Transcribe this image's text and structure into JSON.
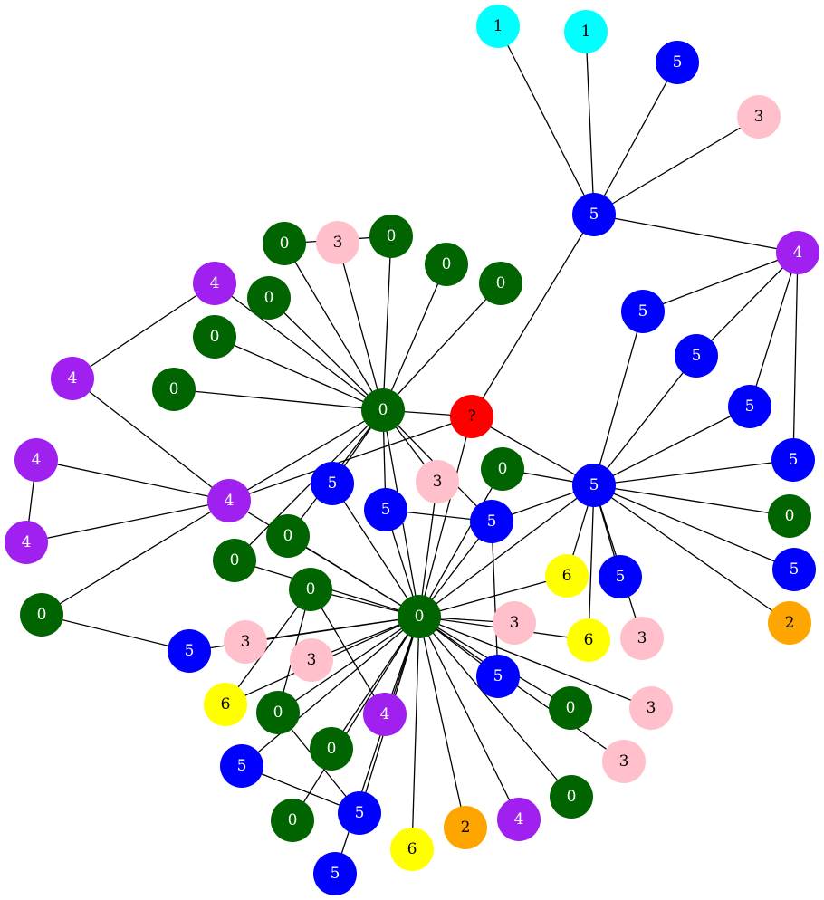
{
  "colors": {
    "0": "#006400",
    "1": "#00ffff",
    "2": "#ffa500",
    "3": "#ffc0cb",
    "4": "#a020f0",
    "5": "#0000ff",
    "6": "#ffff00",
    "?": "#ff0000"
  },
  "dark_label_classes": [
    "1",
    "2",
    "3",
    "6",
    "?"
  ],
  "nodes": [
    {
      "id": "c1a",
      "label": "1"
    },
    {
      "id": "c1b",
      "label": "1"
    },
    {
      "id": "b5top",
      "label": "5"
    },
    {
      "id": "p3top",
      "label": "3"
    },
    {
      "id": "hubT",
      "label": "5"
    },
    {
      "id": "v4r",
      "label": "4"
    },
    {
      "id": "g0a",
      "label": "0"
    },
    {
      "id": "p3a",
      "label": "3"
    },
    {
      "id": "g0b",
      "label": "0"
    },
    {
      "id": "g0c",
      "label": "0"
    },
    {
      "id": "g0d",
      "label": "0"
    },
    {
      "id": "v4a",
      "label": "4"
    },
    {
      "id": "g0e",
      "label": "0"
    },
    {
      "id": "g0f",
      "label": "0"
    },
    {
      "id": "v4b",
      "label": "4"
    },
    {
      "id": "g0g",
      "label": "0"
    },
    {
      "id": "hubA",
      "label": "0"
    },
    {
      "id": "q",
      "label": "?"
    },
    {
      "id": "b5r1",
      "label": "5"
    },
    {
      "id": "b5r2",
      "label": "5"
    },
    {
      "id": "b5r3",
      "label": "5"
    },
    {
      "id": "b5r4",
      "label": "5"
    },
    {
      "id": "hubR",
      "label": "5"
    },
    {
      "id": "v4c",
      "label": "4"
    },
    {
      "id": "v4d",
      "label": "4"
    },
    {
      "id": "hubL",
      "label": "4"
    },
    {
      "id": "b5m1",
      "label": "5"
    },
    {
      "id": "p3m",
      "label": "3"
    },
    {
      "id": "g0m",
      "label": "0"
    },
    {
      "id": "b5m2",
      "label": "5"
    },
    {
      "id": "b5m3",
      "label": "5"
    },
    {
      "id": "g0r1",
      "label": "0"
    },
    {
      "id": "b5r5",
      "label": "5"
    },
    {
      "id": "o2r",
      "label": "2"
    },
    {
      "id": "g0h",
      "label": "0"
    },
    {
      "id": "g0i",
      "label": "0"
    },
    {
      "id": "y6a",
      "label": "6"
    },
    {
      "id": "b5r6",
      "label": "5"
    },
    {
      "id": "g0j",
      "label": "0"
    },
    {
      "id": "hubB",
      "label": "0"
    },
    {
      "id": "p3b",
      "label": "3"
    },
    {
      "id": "y6b",
      "label": "6"
    },
    {
      "id": "p3c",
      "label": "3"
    },
    {
      "id": "g0k",
      "label": "0"
    },
    {
      "id": "b5l",
      "label": "5"
    },
    {
      "id": "p3d",
      "label": "3"
    },
    {
      "id": "p3e",
      "label": "3"
    },
    {
      "id": "y6c",
      "label": "6"
    },
    {
      "id": "g0l",
      "label": "0"
    },
    {
      "id": "v4e",
      "label": "4"
    },
    {
      "id": "b5b1",
      "label": "5"
    },
    {
      "id": "g0n",
      "label": "0"
    },
    {
      "id": "p3f",
      "label": "3"
    },
    {
      "id": "p3g",
      "label": "3"
    },
    {
      "id": "g0o",
      "label": "0"
    },
    {
      "id": "b5b2",
      "label": "5"
    },
    {
      "id": "b5b3",
      "label": "5"
    },
    {
      "id": "g0p",
      "label": "0"
    },
    {
      "id": "g0q",
      "label": "0"
    },
    {
      "id": "y6d",
      "label": "6"
    },
    {
      "id": "o2b",
      "label": "2"
    },
    {
      "id": "v4f",
      "label": "4"
    },
    {
      "id": "b5b4",
      "label": "5"
    }
  ],
  "edges": [
    [
      "c1a",
      "hubT"
    ],
    [
      "c1b",
      "hubT"
    ],
    [
      "b5top",
      "hubT"
    ],
    [
      "p3top",
      "hubT"
    ],
    [
      "hubT",
      "v4r"
    ],
    [
      "hubT",
      "q"
    ],
    [
      "v4r",
      "b5r1"
    ],
    [
      "v4r",
      "b5r2"
    ],
    [
      "v4r",
      "b5r3"
    ],
    [
      "v4r",
      "b5r4"
    ],
    [
      "hubR",
      "b5r1"
    ],
    [
      "hubR",
      "b5r2"
    ],
    [
      "hubR",
      "b5r3"
    ],
    [
      "hubR",
      "b5r4"
    ],
    [
      "hubR",
      "g0r1"
    ],
    [
      "hubR",
      "b5r5"
    ],
    [
      "hubR",
      "o2r"
    ],
    [
      "hubR",
      "q"
    ],
    [
      "hubR",
      "g0m"
    ],
    [
      "hubR",
      "b5m3"
    ],
    [
      "hubR",
      "y6a"
    ],
    [
      "hubR",
      "b5r6"
    ],
    [
      "hubR",
      "y6b"
    ],
    [
      "hubR",
      "p3c"
    ],
    [
      "hubR",
      "hubB"
    ],
    [
      "g0a",
      "g0b"
    ],
    [
      "hubA",
      "g0a"
    ],
    [
      "hubA",
      "p3a"
    ],
    [
      "hubA",
      "g0b"
    ],
    [
      "hubA",
      "g0c"
    ],
    [
      "hubA",
      "g0d"
    ],
    [
      "hubA",
      "v4a"
    ],
    [
      "hubA",
      "g0e"
    ],
    [
      "hubA",
      "g0f"
    ],
    [
      "hubA",
      "g0g"
    ],
    [
      "hubA",
      "q"
    ],
    [
      "hubA",
      "hubL"
    ],
    [
      "hubA",
      "b5m1"
    ],
    [
      "hubA",
      "p3m"
    ],
    [
      "hubA",
      "b5m2"
    ],
    [
      "hubA",
      "b5m3"
    ],
    [
      "hubA",
      "g0i"
    ],
    [
      "hubA",
      "hubB"
    ],
    [
      "v4a",
      "v4b"
    ],
    [
      "v4b",
      "hubL"
    ],
    [
      "v4c",
      "hubL"
    ],
    [
      "v4c",
      "v4d"
    ],
    [
      "v4d",
      "hubL"
    ],
    [
      "hubL",
      "g0j"
    ],
    [
      "hubL",
      "q"
    ],
    [
      "hubL",
      "hubB"
    ],
    [
      "hubB",
      "b5m1"
    ],
    [
      "hubB",
      "p3m"
    ],
    [
      "hubB",
      "b5m2"
    ],
    [
      "hubB",
      "b5m3"
    ],
    [
      "hubB",
      "g0m"
    ],
    [
      "hubB",
      "q"
    ],
    [
      "hubB",
      "g0h"
    ],
    [
      "hubB",
      "g0i"
    ],
    [
      "hubB",
      "g0k"
    ],
    [
      "hubB",
      "y6a"
    ],
    [
      "hubB",
      "p3b"
    ],
    [
      "hubB",
      "y6b"
    ],
    [
      "hubB",
      "b5l"
    ],
    [
      "hubB",
      "p3d"
    ],
    [
      "hubB",
      "p3e"
    ],
    [
      "hubB",
      "y6c"
    ],
    [
      "hubB",
      "g0l"
    ],
    [
      "hubB",
      "v4e"
    ],
    [
      "hubB",
      "b5b1"
    ],
    [
      "hubB",
      "g0n"
    ],
    [
      "hubB",
      "p3f"
    ],
    [
      "hubB",
      "p3g"
    ],
    [
      "hubB",
      "g0o"
    ],
    [
      "hubB",
      "b5b2"
    ],
    [
      "hubB",
      "b5b3"
    ],
    [
      "hubB",
      "g0p"
    ],
    [
      "hubB",
      "g0q"
    ],
    [
      "hubB",
      "y6d"
    ],
    [
      "hubB",
      "o2b"
    ],
    [
      "hubB",
      "v4f"
    ],
    [
      "hubB",
      "b5b4"
    ],
    [
      "b5m2",
      "b5m3"
    ],
    [
      "b5m3",
      "b5b1"
    ],
    [
      "g0j",
      "b5l"
    ],
    [
      "g0k",
      "y6c"
    ],
    [
      "g0k",
      "v4e"
    ],
    [
      "g0k",
      "g0l"
    ],
    [
      "g0l",
      "b5b3"
    ],
    [
      "b5b2",
      "b5b3"
    ],
    [
      "hubA",
      "g0h"
    ]
  ]
}
